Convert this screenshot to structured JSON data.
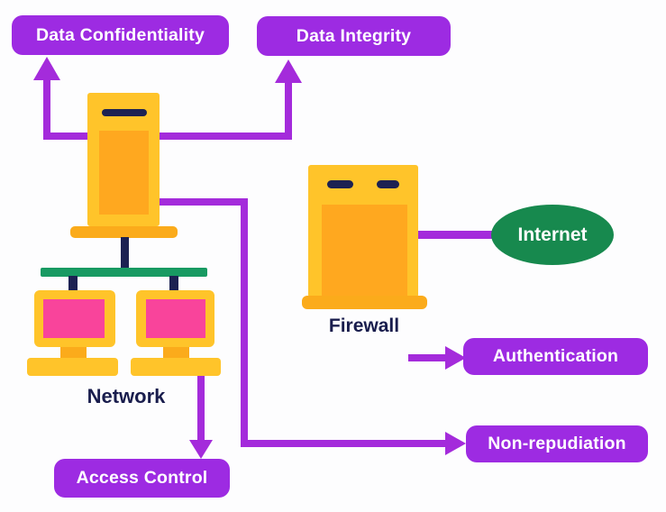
{
  "title": "Network security concepts diagram",
  "colors": {
    "badge": "#9D2BE2",
    "arrow": "#A42BDB",
    "yellow": "#FFC42A",
    "orange": "#FFA81F",
    "orange2": "#FBAB1B",
    "navy": "#1C2152",
    "text": "#191D4D",
    "green": "#189A62",
    "green2": "#17894E",
    "pink": "#F9449B",
    "bg": "#FDFDFE"
  },
  "nodes": {
    "data_confidentiality": "Data Confidentiality",
    "data_integrity": "Data Integrity",
    "authentication": "Authentication",
    "non_repudiation": "Non-repudiation",
    "access_control": "Access Control"
  },
  "icons": {
    "network_label": "Network",
    "firewall_label": "Firewall",
    "internet_label": "Internet"
  }
}
